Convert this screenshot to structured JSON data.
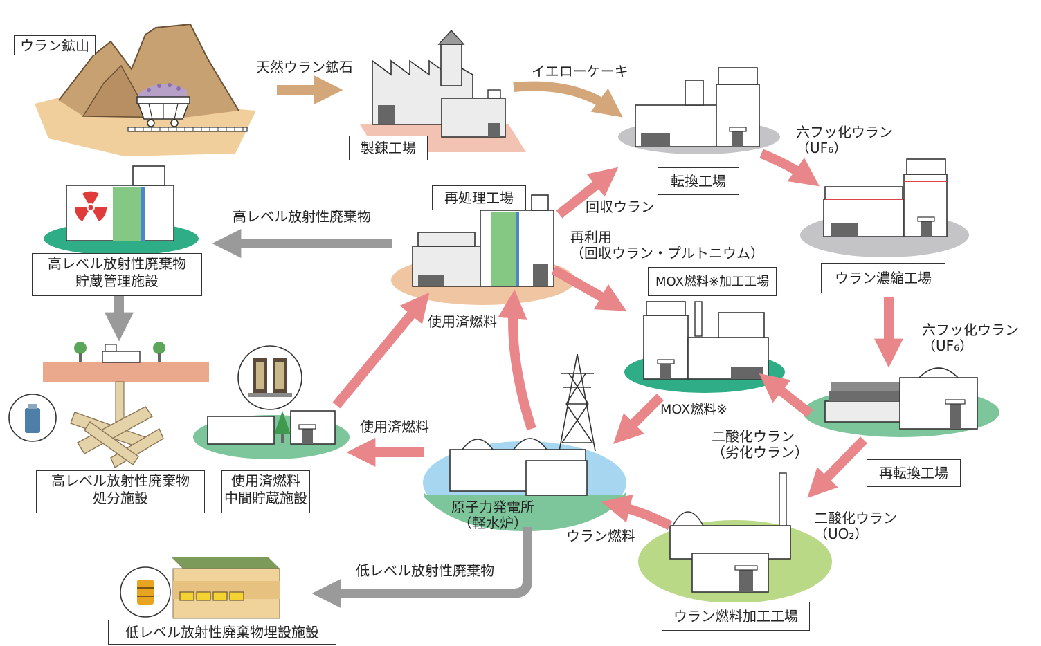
{
  "facilities": {
    "uranium_mine": "ウラン鉱山",
    "refining_plant": "製錬工場",
    "conversion_plant": "転換工場",
    "enrichment_plant": "ウラン濃縮工場",
    "reconversion_plant": "再転換工場",
    "fuel_fabrication_plant": "ウラン燃料加工工場",
    "nuclear_power_plant": [
      "原子力発電所",
      "（軽水炉）"
    ],
    "reprocessing_plant": "再処理工場",
    "mox_fabrication_plant": "MOX燃料※加工工場",
    "hlw_storage": [
      "高レベル放射性廃棄物",
      "貯蔵管理施設"
    ],
    "hlw_disposal": [
      "高レベル放射性廃棄物",
      "処分施設"
    ],
    "spent_fuel_storage": [
      "使用済燃料",
      "中間貯蔵施設"
    ],
    "llw_disposal": "低レベル放射性廃棄物埋設施設"
  },
  "flows": {
    "natural_ore": "天然ウラン鉱石",
    "yellowcake": "イエローケーキ",
    "uf6_a": [
      "六フッ化ウラン",
      "（UF₆）"
    ],
    "uf6_b": [
      "六フッ化ウラン",
      "（UF₆）"
    ],
    "recovered_uranium": "回収ウラン",
    "reuse": [
      "再利用",
      "（回収ウラン・プルトニウム）"
    ],
    "uo2": [
      "二酸化ウラン",
      "（UO₂）"
    ],
    "depleted_uo2": [
      "二酸化ウラン",
      "（劣化ウラン）"
    ],
    "mox_fuel": "MOX燃料※",
    "uranium_fuel": "ウラン燃料",
    "spent_fuel_a": "使用済燃料",
    "spent_fuel_b": "使用済燃料",
    "hlw": "高レベル放射性廃棄物",
    "llw": "低レベル放射性廃棄物"
  },
  "colors": {
    "pink_arrow": "#e8868a",
    "gray_arrow": "#999999",
    "ore_arrow": "#d3a77a",
    "green_base": "#7dc59a",
    "teal_base": "#2fad86",
    "gray_base": "#c4c4c6",
    "lime_base": "#b9d987",
    "water": "#a6d6f0",
    "mountain": "#c8a172"
  }
}
